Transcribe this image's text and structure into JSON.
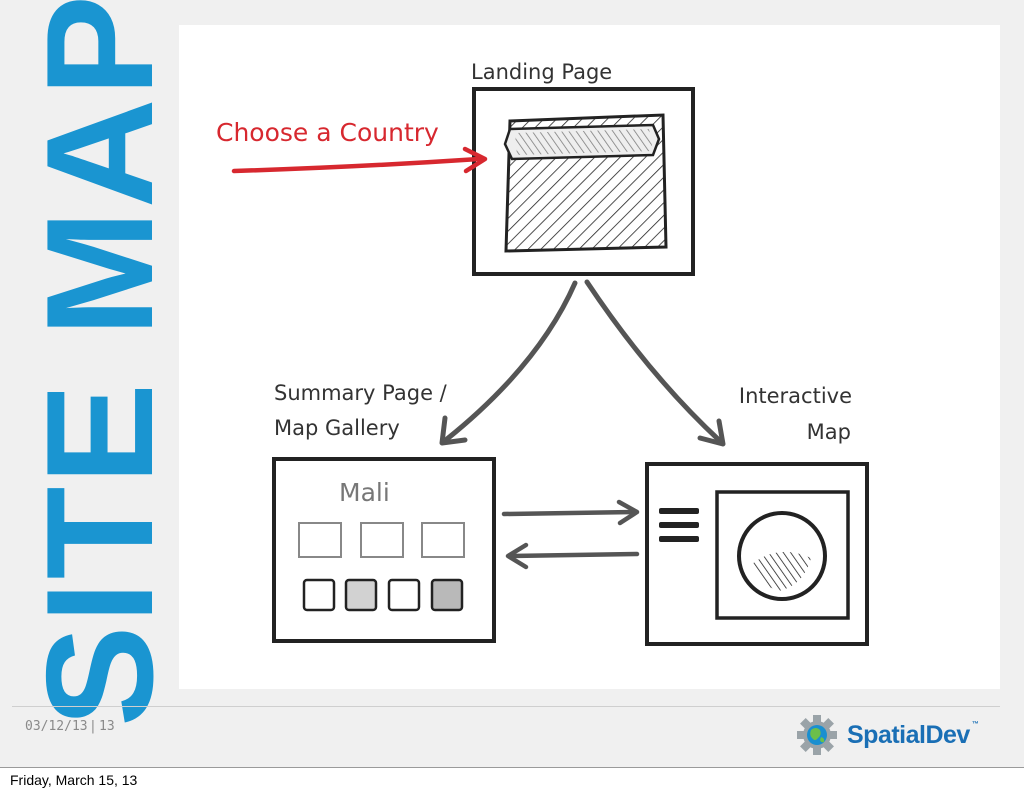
{
  "slide": {
    "title": "SITE MAP",
    "date": "03/12/13",
    "separator": "|",
    "page_number": "13",
    "brand": "SpatialDev",
    "brand_tm": "™",
    "caption": "Friday, March 15, 13"
  },
  "diagram": {
    "landing_label": "Landing Page",
    "choose_label": "Choose a Country",
    "summary_label_line1": "Summary Page /",
    "summary_label_line2": "Map Gallery",
    "interactive_label_line1": "Interactive",
    "interactive_label_line2": "Map",
    "country_name": "Mali"
  },
  "colors": {
    "title_blue": "#1a95d1",
    "arrow_red": "#d7282f",
    "sketch_dark": "#222222",
    "arrow_grey": "#555555",
    "brand_blue": "#1a6fb5"
  }
}
